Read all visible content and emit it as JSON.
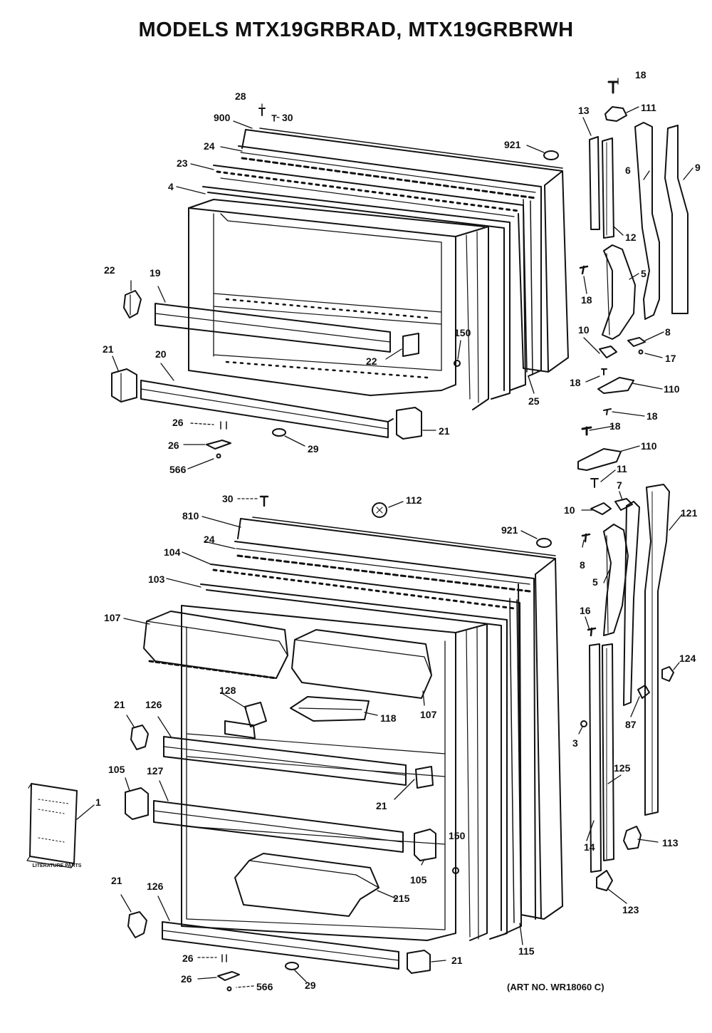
{
  "title": "MODELS MTX19GRBRAD, MTX19GRBRWH",
  "art_number": "(ART NO. WR18060 C)",
  "literature_label": "LITERATURE PARTS",
  "callouts": {
    "c28": "28",
    "c900": "900",
    "c30a": "30",
    "c24a": "24",
    "c23": "23",
    "c4": "4",
    "c921a": "921",
    "c18a": "18",
    "c111": "111",
    "c13": "13",
    "c6": "6",
    "c9": "9",
    "c12": "12",
    "c5a": "5",
    "c18b": "18",
    "c22a": "22",
    "c19": "19",
    "c21a": "21",
    "c20": "20",
    "c22b": "22",
    "c150a": "150",
    "c25": "25",
    "c10a": "10",
    "c8a": "8",
    "c17": "17",
    "c18c": "18",
    "c110a": "110",
    "c18d": "18",
    "c26a": "26",
    "c26b": "26",
    "c566a": "566",
    "c29a": "29",
    "c21b": "21",
    "c18e": "18",
    "c110b": "110",
    "c11": "11",
    "c30b": "30",
    "c112": "112",
    "c810": "810",
    "c24b": "24",
    "c921b": "921",
    "c104": "104",
    "c103": "103",
    "c107a": "107",
    "c10b": "10",
    "c7": "7",
    "c121": "121",
    "c8b": "8",
    "c5b": "5",
    "c16": "16",
    "c124": "124",
    "c128": "128",
    "c118": "118",
    "c107b": "107",
    "c87": "87",
    "c21c": "21",
    "c126a": "126",
    "c3": "3",
    "c105a": "105",
    "c127": "127",
    "c125": "125",
    "c1": "1",
    "c21d": "21",
    "c150b": "150",
    "c14": "14",
    "c113": "113",
    "c105b": "105",
    "c215": "215",
    "c21e": "21",
    "c126b": "126",
    "c115": "115",
    "c123": "123",
    "c26c": "26",
    "c21f": "21",
    "c26d": "26",
    "c566b": "566",
    "c29b": "29"
  }
}
